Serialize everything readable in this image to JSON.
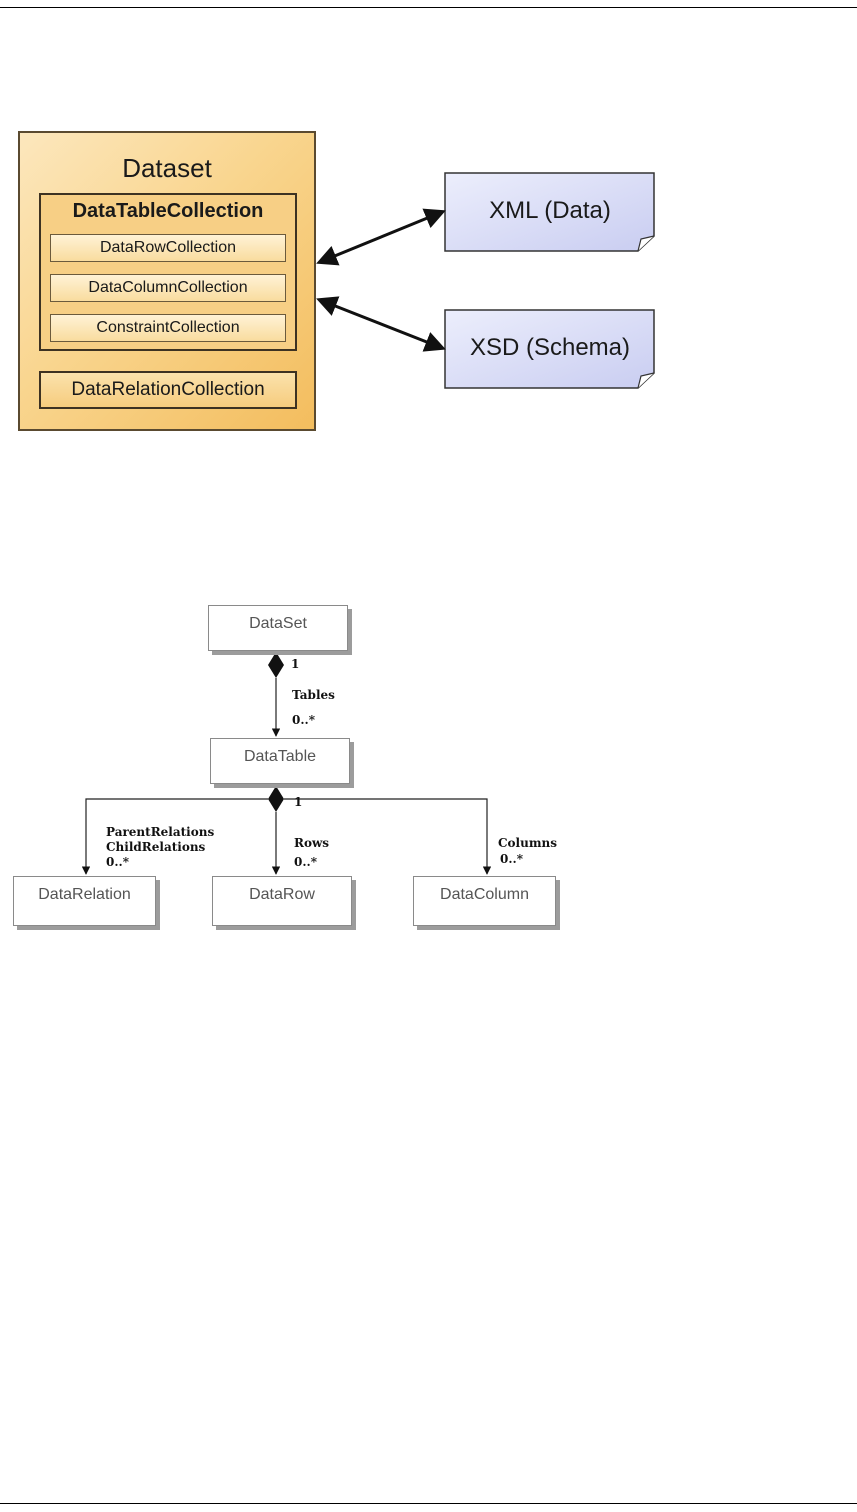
{
  "figure1": {
    "dataset_title": "Dataset",
    "datatable_collection": {
      "title": "DataTableCollection",
      "items": [
        "DataRowCollection",
        "DataColumnCollection",
        "ConstraintCollection"
      ]
    },
    "datarelation_collection": "DataRelationCollection",
    "xml_doc": "XML (Data)",
    "xsd_doc": "XSD (Schema)",
    "colors": {
      "dataset_fill": "#f9d58e",
      "document_fill": "#d9dcf7"
    }
  },
  "figure2": {
    "classes": {
      "dataset": "DataSet",
      "datatable": "DataTable",
      "datarelation": "DataRelation",
      "datarow": "DataRow",
      "datacolumn": "DataColumn"
    },
    "labels": {
      "tables_mult_top": "1",
      "tables_role": "Tables",
      "tables_mult_bottom": "0..*",
      "table_mult_top": "1",
      "parent_relations": "ParentRelations",
      "child_relations": "ChildRelations",
      "relations_mult": "0..*",
      "rows_role": "Rows",
      "rows_mult": "0..*",
      "columns_role": "Columns",
      "columns_mult": "0..*"
    }
  }
}
